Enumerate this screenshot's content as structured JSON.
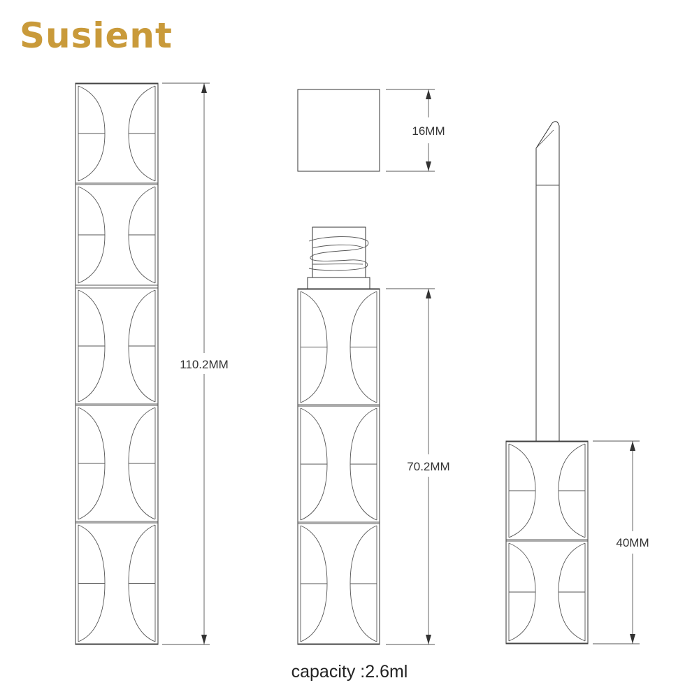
{
  "brand": {
    "name": "Susient",
    "color": "#c99a3a"
  },
  "dimensions": {
    "total_height": "110.2MM",
    "cap_height": "16MM",
    "bottle_height": "70.2MM",
    "wand_handle_height": "40MM"
  },
  "capacity_label": "capacity :2.6ml"
}
